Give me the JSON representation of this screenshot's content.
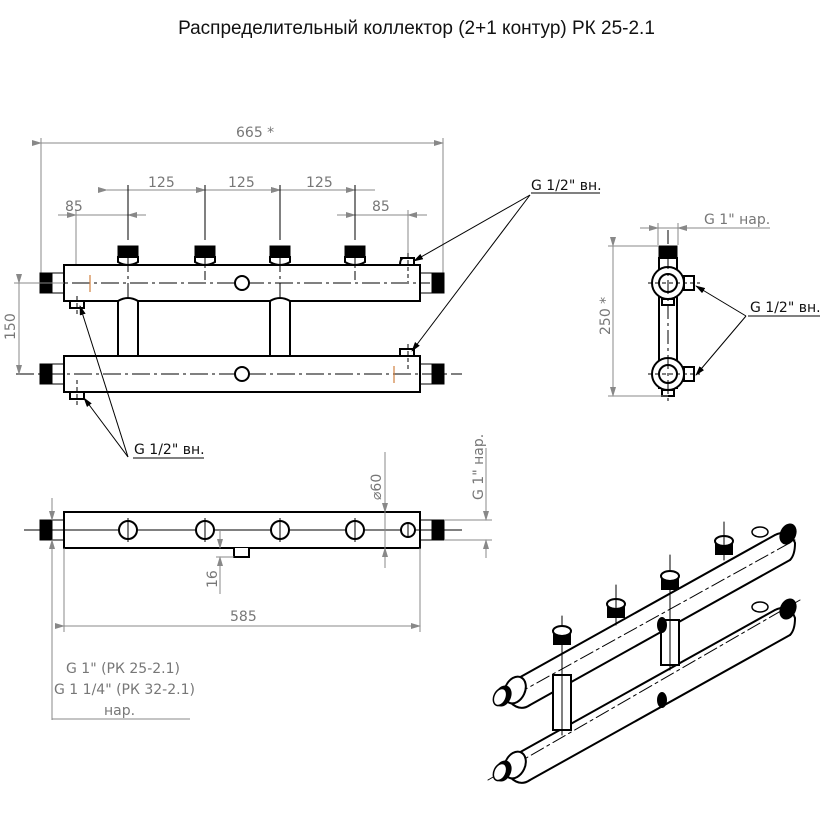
{
  "title": "Распределительный коллектор (2+1 контур) РК 25-2.1",
  "front_view": {
    "dim_overall": "665 *",
    "dim_spacings": [
      "85",
      "125",
      "125",
      "125",
      "85"
    ],
    "dim_height": "150",
    "callout_top_right": "G 1/2\" вн.",
    "callout_bottom_left": "G 1/2\" вн."
  },
  "side_view": {
    "dim_thread": "G 1\" нар.",
    "dim_height": "250 *",
    "callout": "G 1/2\" вн."
  },
  "top_view": {
    "dim_diameter": "60",
    "diameter_symbol": "⌀",
    "dim_thread": "G 1\" нар.",
    "dim_offset": "16",
    "dim_length": "585",
    "thread_note": [
      "G 1\" (РК 25-2.1)",
      "G 1 1/4\" (РК 32-2.1)",
      "нар."
    ]
  },
  "colors": {
    "line": "#000000",
    "dimension": "#888888",
    "marker": "#d08040"
  }
}
